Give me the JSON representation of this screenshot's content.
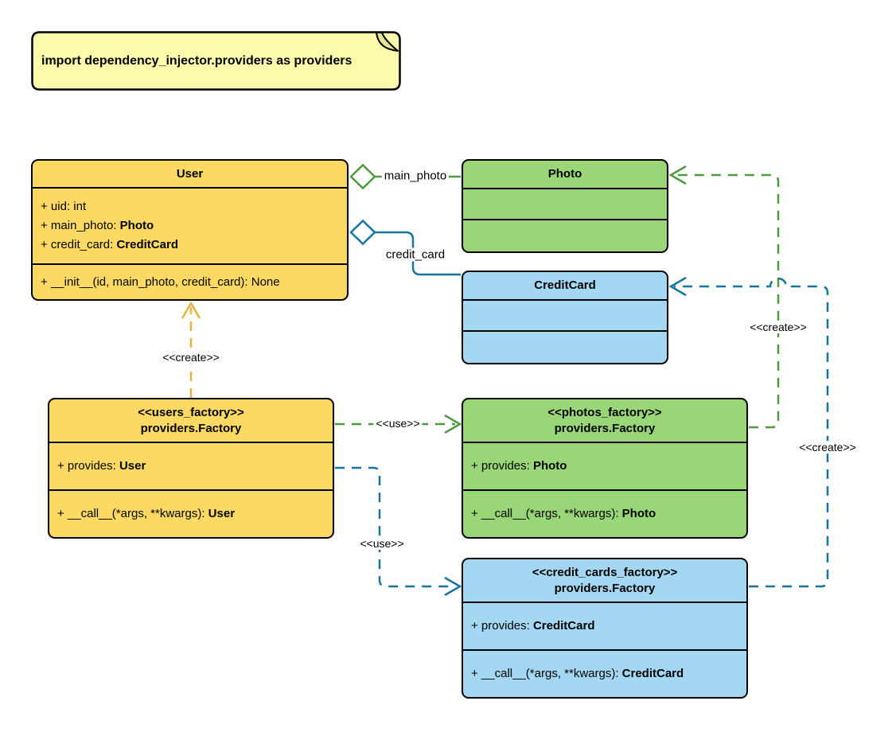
{
  "colors": {
    "yellow_fill": "#FCD962",
    "green_fill": "#99D677",
    "blue_fill": "#A4D7F2",
    "note_fill": "#FBFBAB",
    "note_fold": "#E6E68C",
    "yellow_line": "#E6B33D",
    "green_line": "#4D9A3F",
    "blue_line": "#17749E",
    "border": "#000000"
  },
  "note": {
    "text": "import dependency_injector.providers as providers"
  },
  "classes": {
    "user": {
      "name": "User",
      "members": [
        {
          "text": "+ uid: int",
          "type": ""
        },
        {
          "text": "+ main_photo: ",
          "type": "Photo"
        },
        {
          "text": "+ credit_card: ",
          "type": "CreditCard"
        }
      ],
      "methods": [
        {
          "text": "+ __init__(id, main_photo, credit_card): None",
          "type": ""
        }
      ]
    },
    "photo": {
      "name": "Photo"
    },
    "credit_card": {
      "name": "CreditCard"
    },
    "users_factory": {
      "stereotype": "<<users_factory>>",
      "name": "providers.Factory",
      "members": [
        {
          "text": "+ provides: ",
          "type": "User"
        }
      ],
      "methods": [
        {
          "text": "+ __call__(*args, **kwargs): ",
          "type": "User"
        }
      ]
    },
    "photos_factory": {
      "stereotype": "<<photos_factory>>",
      "name": "providers.Factory",
      "members": [
        {
          "text": "+ provides: ",
          "type": "Photo"
        }
      ],
      "methods": [
        {
          "text": "+ __call__(*args, **kwargs): ",
          "type": "Photo"
        }
      ]
    },
    "credit_cards_factory": {
      "stereotype": "<<credit_cards_factory>>",
      "name": "providers.Factory",
      "members": [
        {
          "text": "+ provides: ",
          "type": "CreditCard"
        }
      ],
      "methods": [
        {
          "text": "+ __call__(*args, **kwargs): ",
          "type": "CreditCard"
        }
      ]
    }
  },
  "edges": {
    "main_photo": {
      "label": "main_photo"
    },
    "credit_card": {
      "label": "credit_card"
    },
    "create_user": {
      "label": "<<create>>"
    },
    "use_photos": {
      "label": "<<use>>"
    },
    "use_credit_cards": {
      "label": "<<use>>"
    },
    "create_photo": {
      "label": "<<create>>"
    },
    "create_credit_card": {
      "label": "<<create>>"
    }
  }
}
